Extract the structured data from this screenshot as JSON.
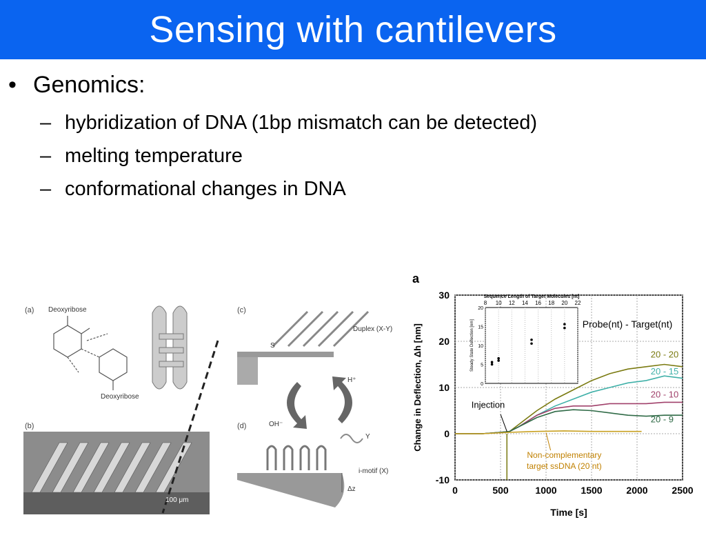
{
  "slide": {
    "title": "Sensing with cantilevers",
    "bullet_main": "Genomics:",
    "bullet_main_marker": "•",
    "sub_marker": "–",
    "subitems": [
      "hybridization of DNA (1bp mismatch can be detected)",
      "melting temperature",
      "conformational changes in DNA"
    ]
  },
  "colors": {
    "title_bg": "#0a64f0",
    "curve_20_20": "#7a7a10",
    "curve_20_15": "#3fb0a8",
    "curve_20_10": "#a0406a",
    "curve_20_9": "#2f6a46",
    "curve_noncomp": "#c8a020"
  },
  "figure_left": {
    "panel_a": "(a)",
    "panel_b": "(b)",
    "panel_c": "(c)",
    "panel_d": "(d)",
    "deoxyribose_top": "Deoxyribose",
    "deoxyribose_bottom": "Deoxyribose",
    "duplex": "Duplex (X-Y)",
    "imotif": "i-motif (X)",
    "h_plus": "H⁺",
    "oh_minus": "OH⁻",
    "y": "Y",
    "dz": "Δz",
    "scale": "100 μm",
    "s": "S"
  },
  "chart_data": {
    "type": "line",
    "panel_label": "a",
    "xlabel": "Time [s]",
    "ylabel": "Change in Deflection, Δh [nm]",
    "xlim": [
      0,
      2500
    ],
    "ylim": [
      -10,
      30
    ],
    "x_ticks": [
      0,
      500,
      1000,
      1500,
      2000,
      2500
    ],
    "y_ticks": [
      -10,
      0,
      10,
      20,
      30
    ],
    "legend_title": "Probe(nt) - Target(nt)",
    "annotations": {
      "injection": "Injection",
      "noncomp_line1": "Non-complementary",
      "noncomp_line2": "target ssDNA (20 nt)"
    },
    "series": [
      {
        "name": "20 - 20",
        "x": [
          0,
          300,
          500,
          600,
          700,
          900,
          1100,
          1300,
          1500,
          1700,
          1900,
          2100,
          2300,
          2500
        ],
        "y": [
          0,
          0,
          0.3,
          0.5,
          2,
          5,
          7.5,
          9.5,
          11.5,
          13,
          14,
          14.5,
          15,
          14.5
        ]
      },
      {
        "name": "20 - 15",
        "x": [
          0,
          300,
          500,
          600,
          700,
          900,
          1100,
          1300,
          1500,
          1700,
          1900,
          2100,
          2300,
          2500
        ],
        "y": [
          0,
          0,
          0.3,
          0.5,
          1.5,
          4,
          6,
          7.5,
          9,
          10,
          11,
          11.5,
          12.5,
          12
        ]
      },
      {
        "name": "20 - 10",
        "x": [
          0,
          300,
          500,
          600,
          700,
          900,
          1100,
          1300,
          1500,
          1700,
          1900,
          2100,
          2300,
          2500
        ],
        "y": [
          0,
          0,
          0.3,
          0.5,
          1.5,
          4,
          5.5,
          6,
          6,
          6.5,
          6.5,
          6.5,
          6.8,
          6.8
        ]
      },
      {
        "name": "20 - 9",
        "x": [
          0,
          300,
          500,
          600,
          700,
          900,
          1100,
          1300,
          1500,
          1700,
          1900,
          2100,
          2300,
          2500
        ],
        "y": [
          0,
          0,
          0.3,
          0.5,
          1.5,
          3.5,
          4.8,
          5.2,
          5,
          4.5,
          4,
          3.8,
          4,
          4
        ]
      },
      {
        "name": "Non-complementary target ssDNA (20 nt)",
        "x": [
          0,
          300,
          600,
          900,
          1200,
          1500,
          1800,
          2050
        ],
        "y": [
          0,
          0,
          0.3,
          0.5,
          0.6,
          0.5,
          0.5,
          0.5
        ]
      }
    ],
    "inset": {
      "type": "scatter",
      "title": "Sequence Length of Target Molecules [nt]",
      "ylabel": "Steady State Deflection [nm]",
      "xlim": [
        8,
        22
      ],
      "ylim": [
        0,
        20
      ],
      "x_ticks": [
        8,
        10,
        12,
        14,
        16,
        18,
        20,
        22
      ],
      "y_ticks": [
        0,
        5,
        10,
        15,
        20
      ],
      "x": [
        9,
        9,
        10,
        10,
        15,
        15,
        20,
        20
      ],
      "y": [
        5,
        5.6,
        6,
        6.6,
        10.5,
        11.5,
        14.6,
        15.6
      ]
    }
  }
}
